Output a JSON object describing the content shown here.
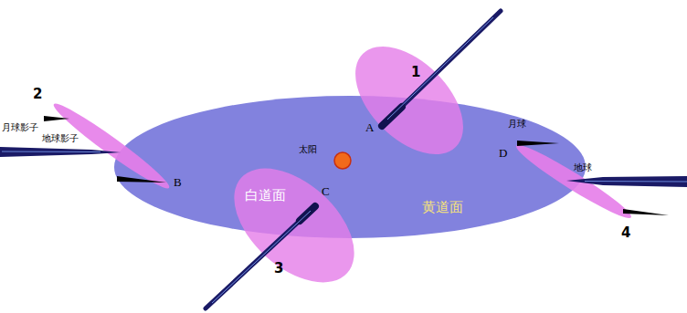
{
  "diagram": {
    "nodes": [
      {
        "text": [
          "黄道面"
        ]
      },
      {
        "text": [
          "白道面"
        ]
      }
    ],
    "labels": [
      "1",
      "2",
      "月球影子",
      "A",
      "月球",
      "太阳",
      "地球影子",
      "D",
      "地球",
      "B",
      "C",
      "4",
      "3"
    ]
  }
}
